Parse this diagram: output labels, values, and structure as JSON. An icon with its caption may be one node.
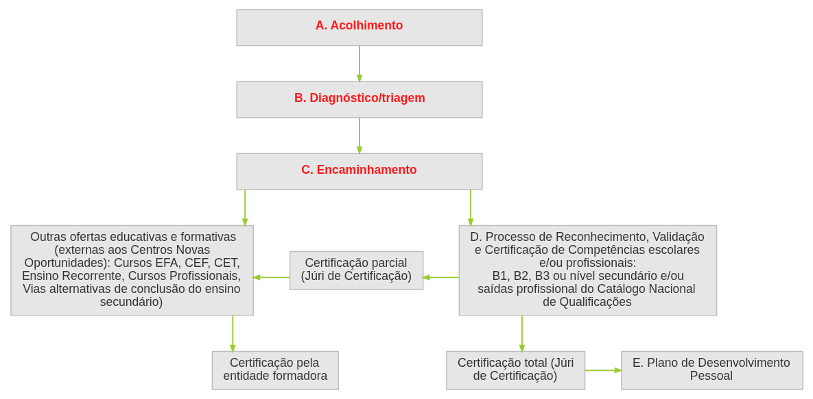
{
  "diagram": {
    "nodes": [
      {
        "text": [
          "A. Acolhimento"
        ]
      },
      {
        "text": [
          "B. Diagnóstico/triagem"
        ]
      },
      {
        "text": [
          "C. Encaminhamento"
        ]
      },
      {
        "text": [
          "Outras ofertas educativas e formativas (externas aos Centros Novas Oportunidades): Cursos EFA, CEF, CET, Ensino Recorrente, Cursos Profissionais, Vias alternativas de conclusão do ensino secundário)"
        ]
      },
      {
        "text": [
          "Certificação parcial (Júri de Certificação)"
        ]
      },
      {
        "text": [
          "D. Processo de Reconhecimento, Validação e Certificação de Competências escolares e/ou profissionais:",
          "B1, B2, B3 ou nível secundário e/ou saídas profissional do Catálogo Nacional de Qualificações"
        ]
      },
      {
        "text": [
          "Certificação pela entidade formadora"
        ]
      },
      {
        "text": [
          "Certificação total (Júri de Certificação)"
        ]
      },
      {
        "text": [
          "E. Plano de Desenvolvimento Pessoal"
        ]
      }
    ],
    "edges": [
      {
        "from": 0,
        "to": 1,
        "arrow": "to"
      },
      {
        "from": 1,
        "to": 2,
        "arrow": "to"
      },
      {
        "from": 2,
        "to": 3,
        "arrow": "to"
      },
      {
        "from": 2,
        "to": 5,
        "arrow": "to"
      },
      {
        "from": 5,
        "to": 4,
        "arrow": "to"
      },
      {
        "from": 4,
        "to": 3,
        "arrow": "to"
      },
      {
        "from": 3,
        "to": 6,
        "arrow": "to"
      },
      {
        "from": 5,
        "to": 7,
        "arrow": "to"
      },
      {
        "from": 7,
        "to": 8,
        "arrow": "to"
      }
    ]
  }
}
